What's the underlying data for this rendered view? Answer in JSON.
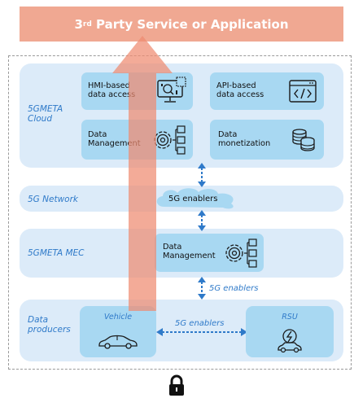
{
  "top_banner": {
    "main": "3",
    "sup": "rd",
    "rest": " Party Service or Application"
  },
  "tiers": {
    "cloud": "5GMETA\nCloud",
    "network": "5G Network",
    "mec": "5GMETA MEC",
    "producers": "Data\nproducers"
  },
  "cloud_boxes": {
    "hmi": "HMI-based\ndata access",
    "api": "API-based\ndata access",
    "data_mgmt": "Data\nManagement",
    "monetization": "Data\nmonetization"
  },
  "network_cloud_label": "5G enablers",
  "mec_box": "Data\nManagement",
  "mec_enabler_label": "5G enablers",
  "producers": {
    "vehicle": "Vehicle",
    "rsu": "RSU",
    "link_label": "5G enablers"
  },
  "colors": {
    "banner": "#f0a892",
    "panel": "#dcebf9",
    "box": "#a8d8f2",
    "accent": "#2f7ac9",
    "arrow": "#ee8a70"
  }
}
